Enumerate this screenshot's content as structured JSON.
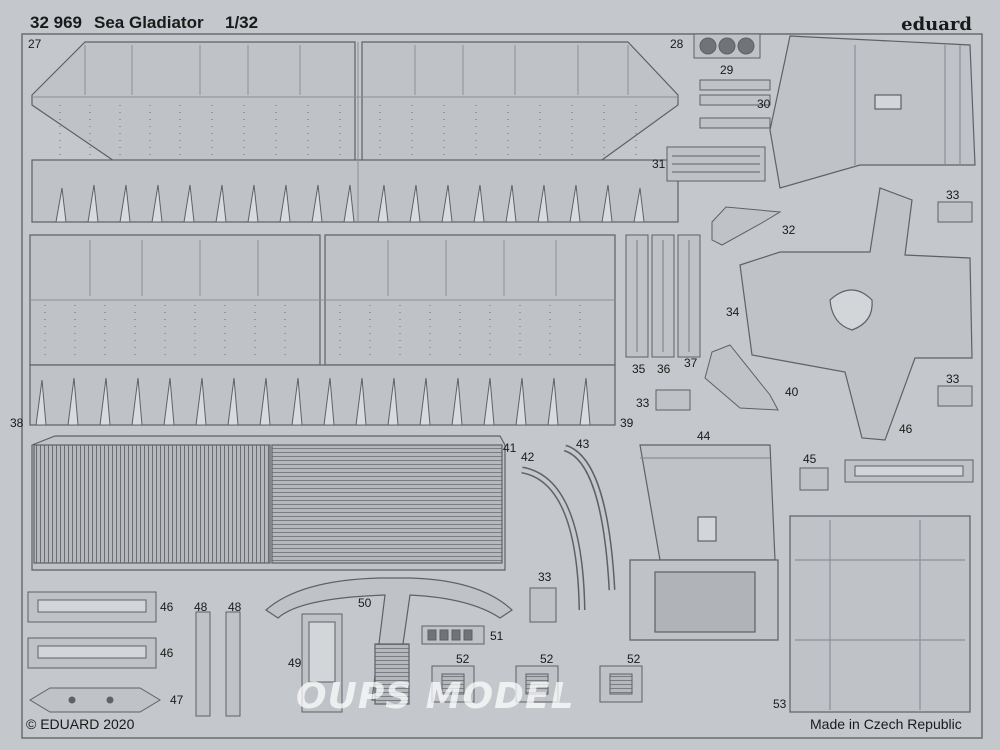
{
  "header": {
    "code": "32 969",
    "product": "Sea Gladiator",
    "scale": "1/32",
    "brand": "eduard"
  },
  "footer": {
    "copyright": "© EDUARD 2020",
    "origin": "Made in Czech Republic"
  },
  "watermark": "OUPS MODEL",
  "part_numbers": [
    "27",
    "28",
    "29",
    "30",
    "31",
    "32",
    "33",
    "34",
    "35",
    "36",
    "37",
    "38",
    "39",
    "40",
    "41",
    "42",
    "43",
    "44",
    "45",
    "46",
    "47",
    "48",
    "49",
    "50",
    "51",
    "52",
    "53"
  ],
  "colors": {
    "fret": "#c4c8cc",
    "part": "#bfc3c7",
    "edge": "#5e6166",
    "line": "#8c9096"
  }
}
